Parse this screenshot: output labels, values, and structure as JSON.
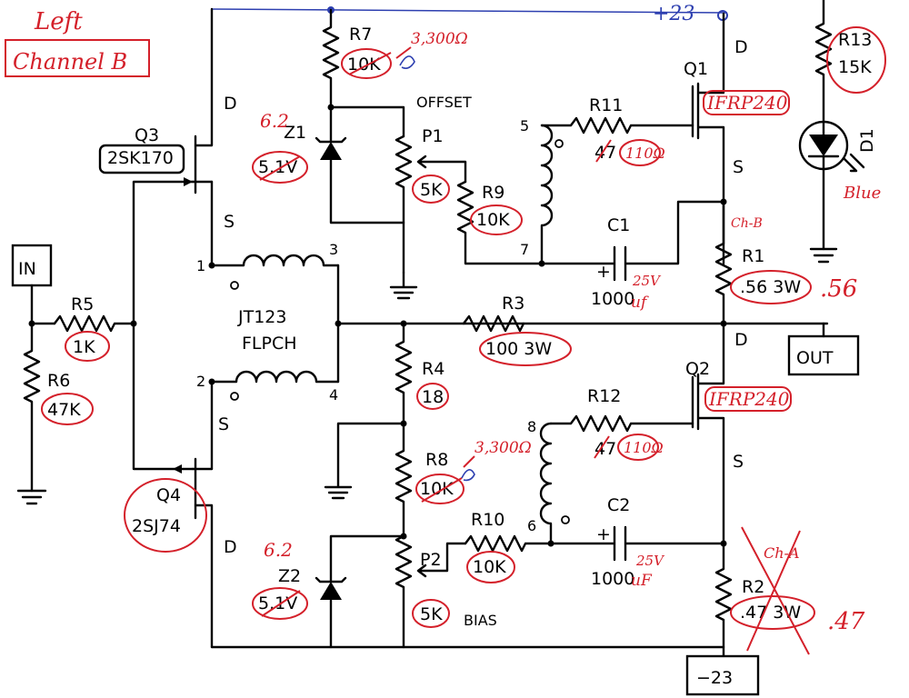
{
  "notes": {
    "title_line1": "Left",
    "title_line2": "Channel B",
    "supply_pos_hand": "+23",
    "r7_hand": "3,300Ω",
    "r8_hand": "3,300Ω",
    "r1_hand": ".56",
    "r2_hand": ".47",
    "r1_scribble": "Ch-B",
    "r2_scribble": "Ch-A",
    "d1_hand": "Blue",
    "c1_volt": "25V",
    "c2_volt": "25V",
    "c1_unit": "uf",
    "c2_unit": "uF",
    "r11_hand": "110Ω",
    "r12_hand": "110Ω",
    "q1_hand": "IFRP240",
    "q2_hand": "IFRP240",
    "z1_hand": "6.2",
    "z2_hand": "6.2"
  },
  "terminals": {
    "in": "IN",
    "out": "OUT",
    "neg": "−23"
  },
  "components": {
    "q3": {
      "ref": "Q3",
      "part": "2SK170",
      "d": "D",
      "s": "S"
    },
    "q4": {
      "ref": "Q4",
      "part": "2SJ74",
      "d": "D",
      "s": "S"
    },
    "q1": {
      "ref": "Q1",
      "d": "D",
      "s": "S"
    },
    "q2": {
      "ref": "Q2",
      "d": "D",
      "s": "S"
    },
    "r1": {
      "ref": "R1",
      "val": ".56 3W"
    },
    "r2": {
      "ref": "R2",
      "val": ".47 3W"
    },
    "r3": {
      "ref": "R3",
      "val": "100 3W"
    },
    "r4": {
      "ref": "R4",
      "val": "18"
    },
    "r5": {
      "ref": "R5",
      "val": "1K"
    },
    "r6": {
      "ref": "R6",
      "val": "47K"
    },
    "r7": {
      "ref": "R7",
      "val": "10K"
    },
    "r8": {
      "ref": "R8",
      "val": "10K"
    },
    "r9": {
      "ref": "R9",
      "val": "10K"
    },
    "r10": {
      "ref": "R10",
      "val": "10K"
    },
    "r11": {
      "ref": "R11",
      "val": "47"
    },
    "r12": {
      "ref": "R12",
      "val": "47"
    },
    "r13": {
      "ref": "R13",
      "val": "15K"
    },
    "p1": {
      "ref": "P1",
      "val": "5K",
      "func": "OFFSET"
    },
    "p2": {
      "ref": "P2",
      "val": "5K",
      "func": "BIAS"
    },
    "z1": {
      "ref": "Z1",
      "val": "5.1V"
    },
    "z2": {
      "ref": "Z2",
      "val": "5.1V"
    },
    "c1": {
      "ref": "C1",
      "val": "1000"
    },
    "c2": {
      "ref": "C2",
      "val": "1000"
    },
    "d1": {
      "ref": "D1"
    },
    "t1": {
      "line1": "JT123",
      "line2": "FLPCH",
      "p1": "1",
      "p2": "2",
      "p3": "3",
      "p4": "4"
    },
    "tq1": {
      "p5": "5",
      "p7": "7"
    },
    "tq2": {
      "p8": "8",
      "p6": "6"
    }
  },
  "colors": {
    "ink": "#000000",
    "red_pen": "#d4202a",
    "blue_pen": "#2d3fb0"
  }
}
